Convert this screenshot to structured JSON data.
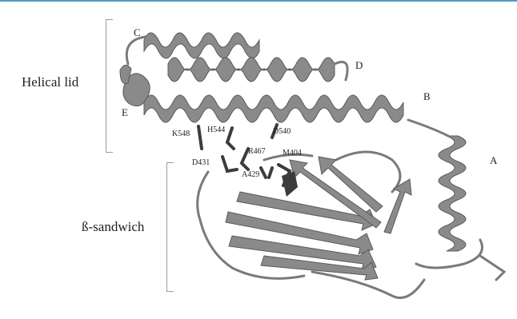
{
  "regions": {
    "helical_lid": "Helical lid",
    "sandwich": "ß-sandwich"
  },
  "helices": [
    "C",
    "D",
    "E",
    "B",
    "A"
  ],
  "residues": [
    "K548",
    "H544",
    "D540",
    "R467",
    "D431",
    "A429",
    "M404"
  ],
  "colors": {
    "ribbon": "#8a8a8a",
    "ribbon_edge": "#5a5a5a",
    "sidechain": "#3c3c3c",
    "accent_rule": "#4a9fc1"
  }
}
